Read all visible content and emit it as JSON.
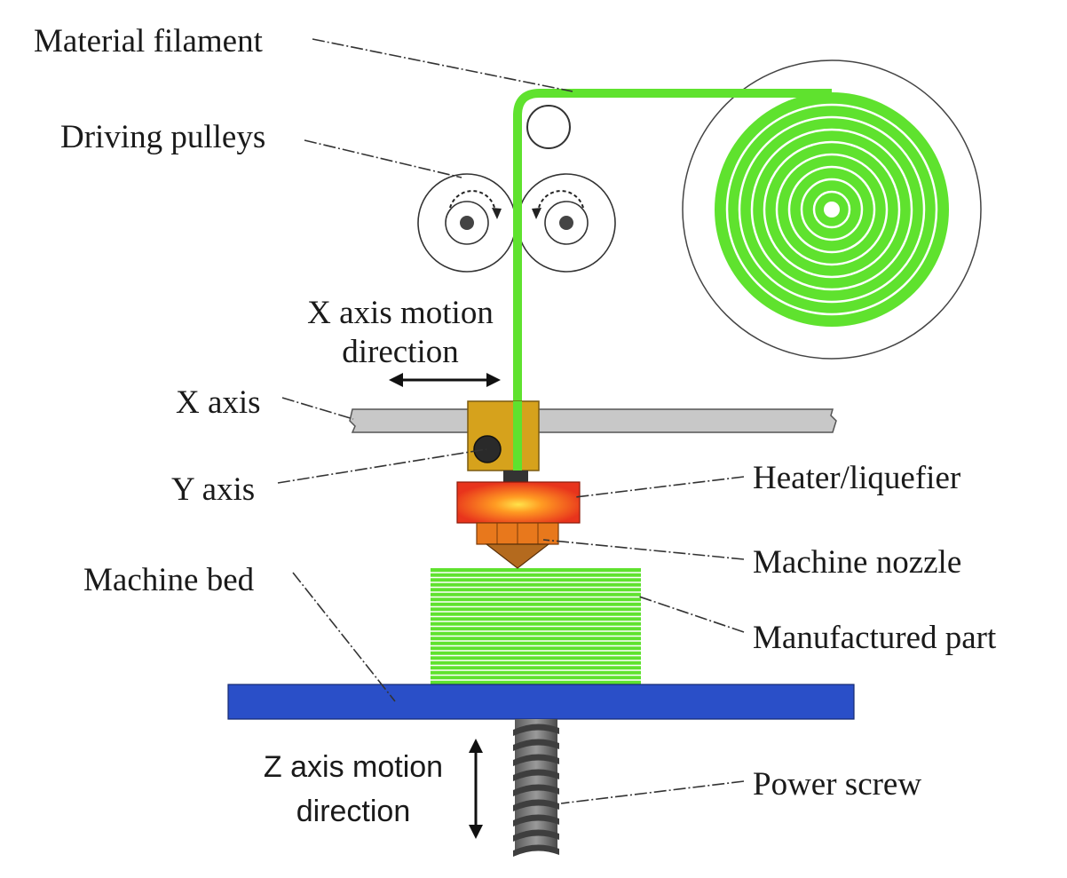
{
  "labels": {
    "material_filament": "Material filament",
    "driving_pulleys": "Driving pulleys",
    "x_motion_line1": "X axis motion",
    "x_motion_line2": "direction",
    "x_axis": "X axis",
    "y_axis": "Y axis",
    "heater": "Heater/liquefier",
    "nozzle": "Machine nozzle",
    "machine_bed": "Machine bed",
    "manufactured_part": "Manufactured part",
    "z_motion_line1": "Z axis motion",
    "z_motion_line2": "direction",
    "power_screw": "Power screw"
  },
  "colors": {
    "filament": "#5fe22e",
    "bed": "#2a4fc8",
    "x_rail": "#c8c8c8",
    "carriage": "#d6a21c",
    "heater": "#e8341c",
    "heater_glow": "#ffd23a",
    "nozzle": "#e8781c",
    "screw": "#6e6e6e"
  }
}
